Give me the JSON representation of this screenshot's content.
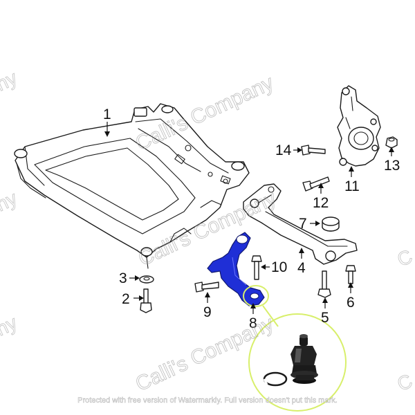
{
  "colors": {
    "highlight": "#1f2fd6",
    "callout_ring": "#d8ef6b",
    "line": "#1a1a1a",
    "watermark": "#9a9a9a"
  },
  "callouts": {
    "c1": "1",
    "c2": "2",
    "c3": "3",
    "c4": "4",
    "c5": "5",
    "c6": "6",
    "c7": "7",
    "c8": "8",
    "c9": "9",
    "c10": "10",
    "c11": "11",
    "c12": "12",
    "c13": "13",
    "c14": "14"
  },
  "watermark": {
    "text": "Calli's Company",
    "edge_fragment_left": "ny",
    "edge_fragment_right": "C"
  },
  "footer_notice": "Protected with free version of Watermarkly. Full version doesn't put this mark."
}
